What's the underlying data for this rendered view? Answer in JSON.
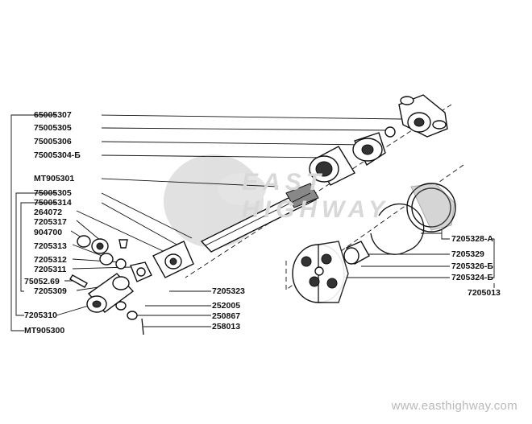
{
  "labels_left": [
    "65005307",
    "75005305",
    "75005306",
    "75005304-Б",
    "MT905301",
    "75005305",
    "75005314",
    "264072",
    "7205317",
    "904700",
    "7205313",
    "7205312",
    "7205311",
    "75052.69",
    "7205309",
    "7205310",
    "MT905300"
  ],
  "labels_right": [
    "7205323",
    "252005",
    "250867",
    "258013",
    "7205328-А",
    "7205329",
    "7205326-Б",
    "7205324-Б",
    "7205013"
  ],
  "watermark": {
    "logo_line1": "EAST",
    "logo_line2": "HIGHWAY",
    "url": "www.easthighway.com"
  }
}
